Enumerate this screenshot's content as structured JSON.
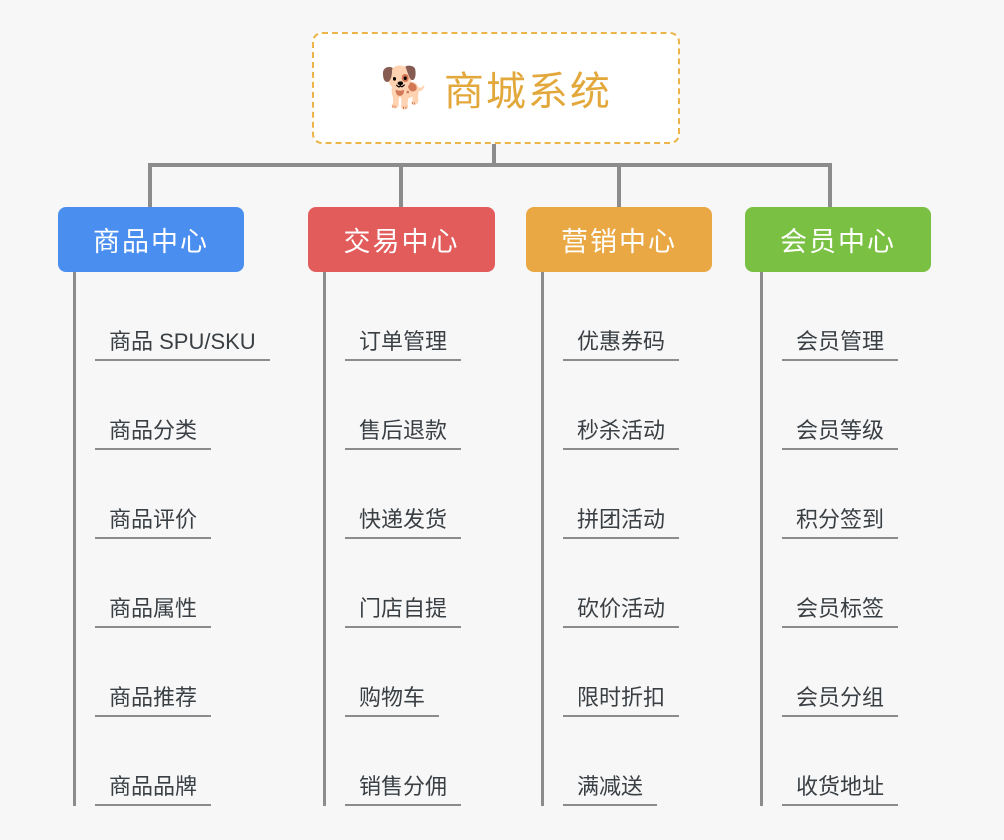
{
  "page": {
    "background_color": "#f7f7f7",
    "connector_color": "#8c8c8c"
  },
  "root": {
    "icon": "dog-face-emoji",
    "icon_glyph": "🐕",
    "title": "商城系统",
    "title_color": "#e3a83b",
    "border_color": "#edb44a",
    "border_style": "dashed"
  },
  "columns": [
    {
      "id": "product-center",
      "label": "商品中心",
      "color": "#4a8ef0",
      "items": [
        "商品 SPU/SKU",
        "商品分类",
        "商品评价",
        "商品属性",
        "商品推荐",
        "商品品牌"
      ]
    },
    {
      "id": "trade-center",
      "label": "交易中心",
      "color": "#e25c5c",
      "items": [
        "订单管理",
        "售后退款",
        "快递发货",
        "门店自提",
        "购物车",
        "销售分佣"
      ]
    },
    {
      "id": "marketing-center",
      "label": "营销中心",
      "color": "#eaa844",
      "items": [
        "优惠券码",
        "秒杀活动",
        "拼团活动",
        "砍价活动",
        "限时折扣",
        "满减送"
      ]
    },
    {
      "id": "member-center",
      "label": "会员中心",
      "color": "#7ac143",
      "items": [
        "会员管理",
        "会员等级",
        "积分签到",
        "会员标签",
        "会员分组",
        "收货地址"
      ]
    }
  ]
}
